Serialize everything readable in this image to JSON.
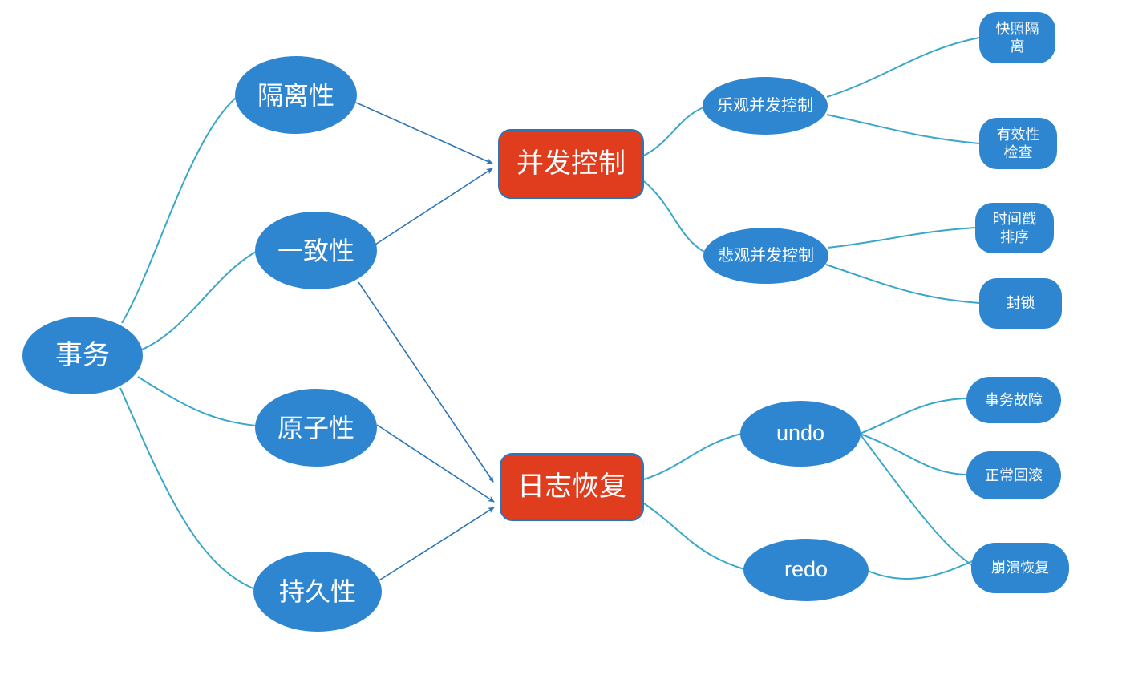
{
  "mindmap": {
    "title": "事务 (Transaction) mind map",
    "colors": {
      "node_blue": "#2E86D1",
      "node_red": "#E03C1E",
      "red_border": "#2E75B6",
      "curve_teal": "#3AA7C9",
      "arrow_blue": "#2E75B6",
      "text": "#FFFFFF",
      "background": "#FFFFFF"
    },
    "nodes": {
      "root": {
        "label": "事务"
      },
      "isolation": {
        "label": "隔离性"
      },
      "consistency": {
        "label": "一致性"
      },
      "atomicity": {
        "label": "原子性"
      },
      "durability": {
        "label": "持久性"
      },
      "concurrency_control": {
        "label": "并发控制"
      },
      "log_recovery": {
        "label": "日志恢复"
      },
      "optimistic_cc": {
        "label": "乐观并发控制"
      },
      "pessimistic_cc": {
        "label": "悲观并发控制"
      },
      "undo": {
        "label": "undo"
      },
      "redo": {
        "label": "redo"
      },
      "snapshot_isolation": {
        "label": "快照隔离"
      },
      "validity_check": {
        "label": "有效性检查"
      },
      "timestamp_ordering": {
        "label": "时间戳排序"
      },
      "locking": {
        "label": "封锁"
      },
      "transaction_failure": {
        "label": "事务故障"
      },
      "normal_rollback": {
        "label": "正常回滚"
      },
      "crash_recovery": {
        "label": "崩溃恢复"
      }
    },
    "edges": [
      {
        "from": "root",
        "to": "isolation",
        "style": "curve"
      },
      {
        "from": "root",
        "to": "consistency",
        "style": "curve"
      },
      {
        "from": "root",
        "to": "atomicity",
        "style": "curve"
      },
      {
        "from": "root",
        "to": "durability",
        "style": "curve"
      },
      {
        "from": "isolation",
        "to": "concurrency_control",
        "style": "arrow"
      },
      {
        "from": "consistency",
        "to": "concurrency_control",
        "style": "arrow"
      },
      {
        "from": "consistency",
        "to": "log_recovery",
        "style": "arrow"
      },
      {
        "from": "atomicity",
        "to": "log_recovery",
        "style": "arrow"
      },
      {
        "from": "durability",
        "to": "log_recovery",
        "style": "arrow"
      },
      {
        "from": "concurrency_control",
        "to": "optimistic_cc",
        "style": "curve"
      },
      {
        "from": "concurrency_control",
        "to": "pessimistic_cc",
        "style": "curve"
      },
      {
        "from": "optimistic_cc",
        "to": "snapshot_isolation",
        "style": "curve"
      },
      {
        "from": "optimistic_cc",
        "to": "validity_check",
        "style": "curve"
      },
      {
        "from": "pessimistic_cc",
        "to": "timestamp_ordering",
        "style": "curve"
      },
      {
        "from": "pessimistic_cc",
        "to": "locking",
        "style": "curve"
      },
      {
        "from": "log_recovery",
        "to": "undo",
        "style": "curve"
      },
      {
        "from": "log_recovery",
        "to": "redo",
        "style": "curve"
      },
      {
        "from": "undo",
        "to": "transaction_failure",
        "style": "curve"
      },
      {
        "from": "undo",
        "to": "normal_rollback",
        "style": "curve"
      },
      {
        "from": "undo",
        "to": "crash_recovery",
        "style": "curve"
      },
      {
        "from": "redo",
        "to": "crash_recovery",
        "style": "curve"
      }
    ]
  }
}
